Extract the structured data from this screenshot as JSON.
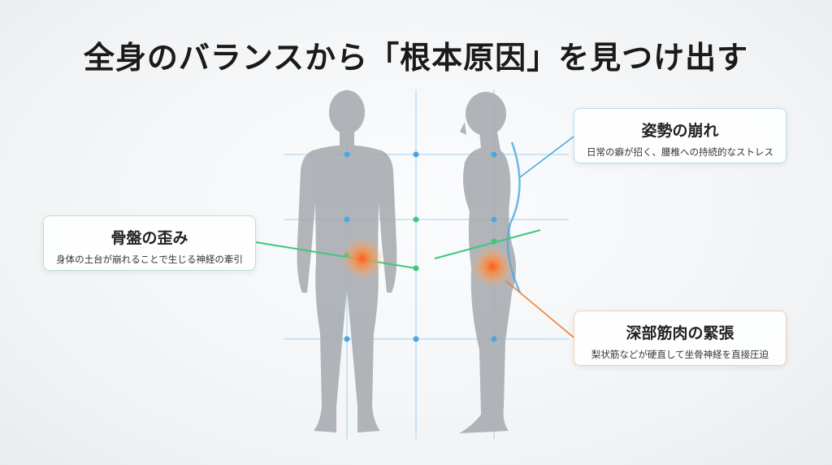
{
  "title": "全身のバランスから「根本原因」を見つけ出す",
  "cards": {
    "pelvis": {
      "heading": "骨盤の歪み",
      "text": "身体の土台が崩れることで生じる神経の牽引"
    },
    "posture": {
      "heading": "姿勢の崩れ",
      "text": "日常の癖が招く、腰椎への持続的なストレス"
    },
    "muscle": {
      "heading": "深部筋肉の緊張",
      "text": "梨状筋などが硬直して坐骨神経を直接圧迫"
    }
  },
  "colors": {
    "green": "#3cc97a",
    "blue": "#4aa8e0",
    "orange": "#f07a2a",
    "silhouette": "#a9acb0"
  }
}
